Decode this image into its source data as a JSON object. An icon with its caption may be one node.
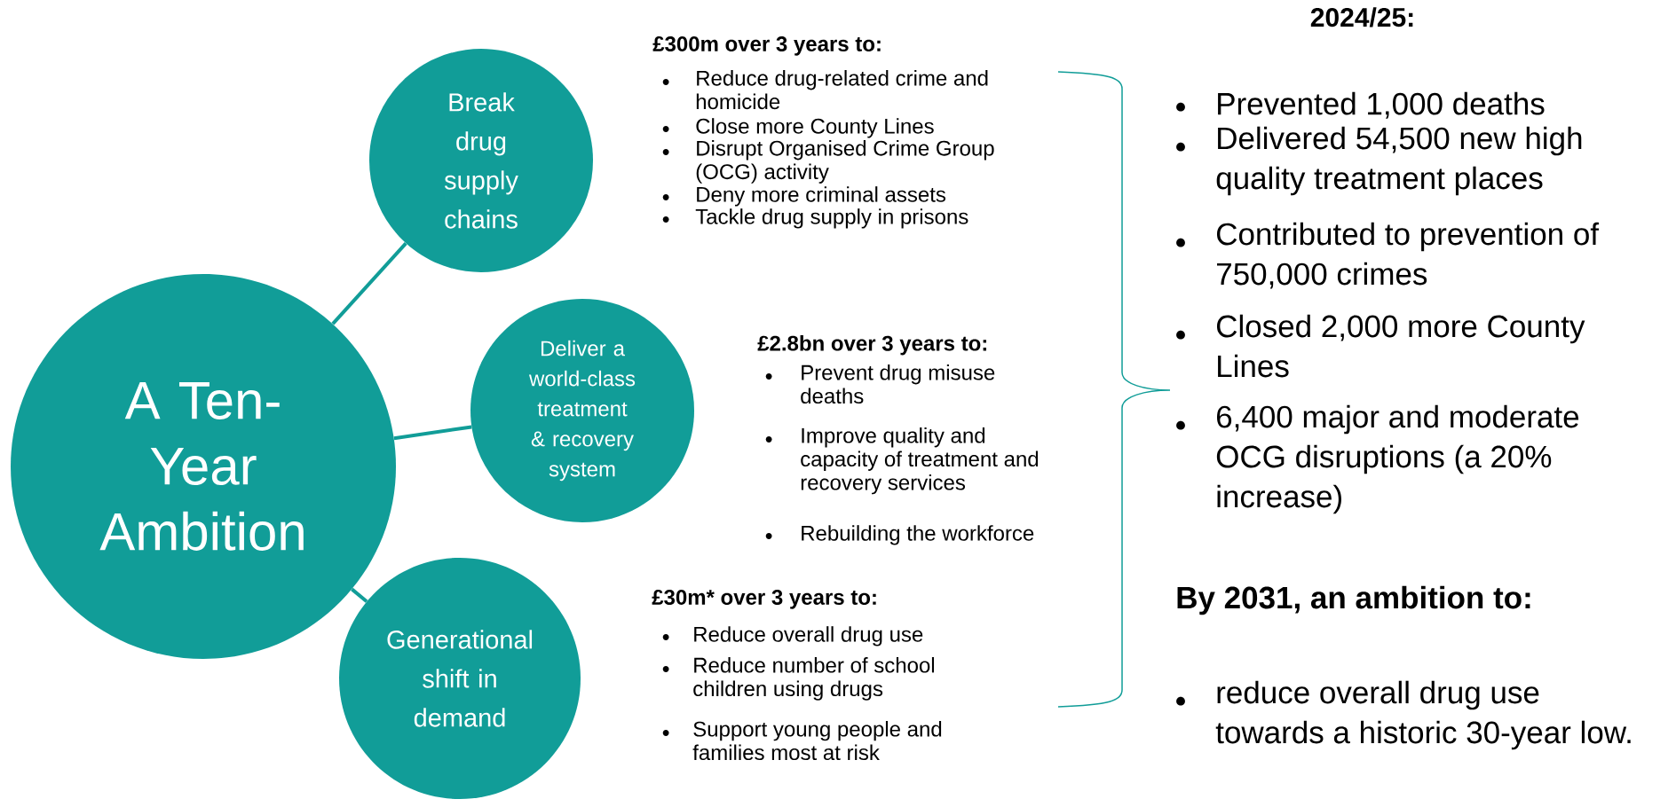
{
  "diagram": {
    "nodes": [
      {
        "text": [
          "A Ten-Year Ambition"
        ]
      },
      {
        "text": [
          "Break drug supply chains"
        ]
      },
      {
        "text": [
          "Deliver a world-class treatment & recovery system"
        ]
      },
      {
        "text": [
          "Generational shift in demand"
        ]
      }
    ],
    "edges": [
      {
        "from": 0,
        "to": 1,
        "arrow": "none"
      },
      {
        "from": 0,
        "to": 2,
        "arrow": "none"
      },
      {
        "from": 0,
        "to": 3,
        "arrow": "none"
      }
    ],
    "labels": [
      "2024/25:",
      "£300m over 3 years to:",
      "Reduce drug-related crime and homicide",
      "Close more County Lines",
      "Disrupt Organised Crime Group (OCG) activity",
      "Deny more criminal assets",
      "Tackle drug supply in prisons",
      "£2.8bn over 3 years to:",
      "Prevent drug misuse deaths",
      "Improve quality and capacity of treatment and recovery services",
      "Rebuilding the workforce",
      "£30m* over 3 years to:",
      "Reduce overall drug use",
      "Reduce number of school children using drugs",
      "Support young people and families most at risk",
      "Prevented 1,000 deaths",
      "Delivered 54,500 new high quality treatment places",
      "Contributed to prevention of 750,000 crimes",
      "Closed 2,000 more County Lines",
      "6,400 major and moderate OCG disruptions (a 20% increase)",
      "By 2031, an ambition to:",
      "reduce overall drug use towards a historic 30-year low."
    ]
  }
}
